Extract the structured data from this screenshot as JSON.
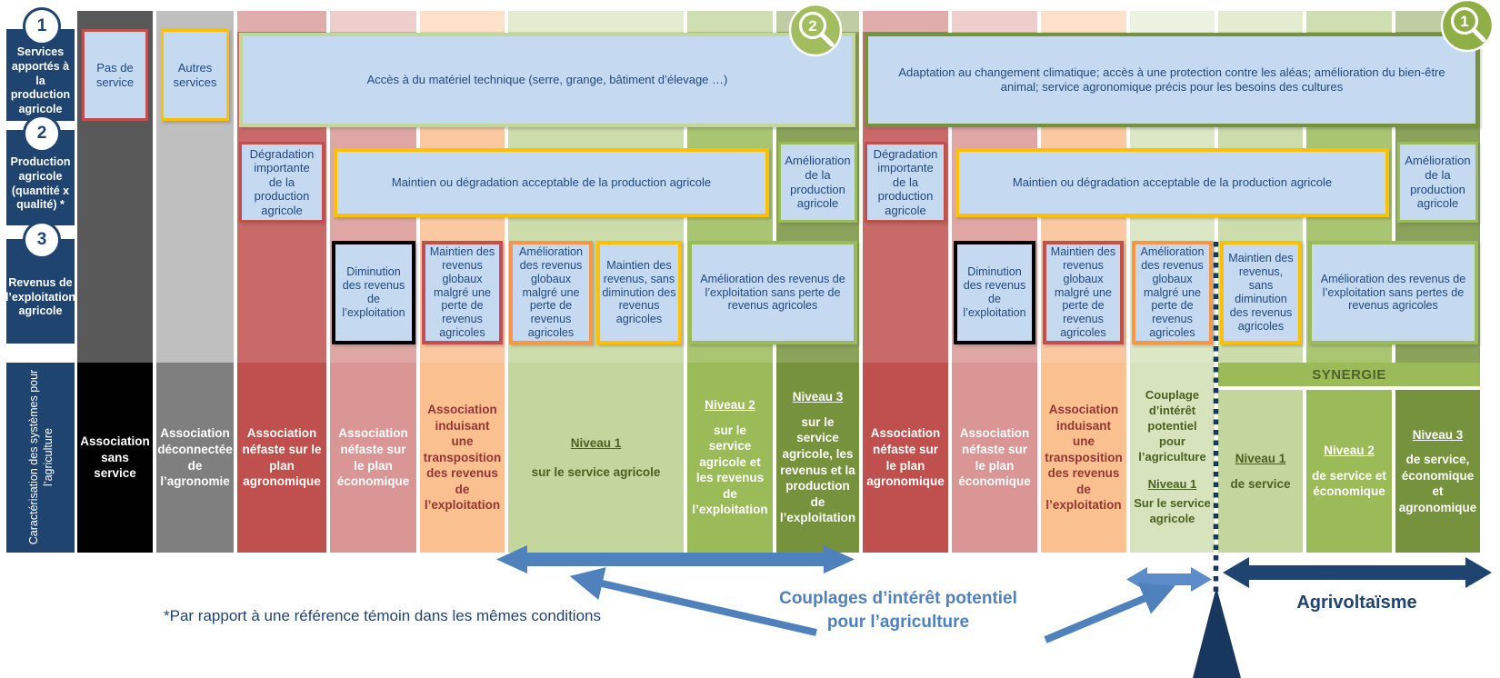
{
  "headers": {
    "h1": {
      "num": "1",
      "label": "Services apportés à la production agricole"
    },
    "h2": {
      "num": "2",
      "label": "Production agricole (quantité x qualité) *"
    },
    "h3": {
      "num": "3",
      "label": "Revenus de l’exploitation agricole"
    },
    "h4": {
      "label": "Caractérisation des systèmes pour l’agriculture"
    }
  },
  "row1": {
    "pas_de_service": "Pas de service",
    "autres_services": "Autres services",
    "acces_materiel": "Accès à du matériel technique (serre, grange, bâtiment d’élevage …)",
    "adaptation": "Adaptation au changement climatique; accès à une protection contre les aléas; amélioration du bien-être animal; service agronomique précis pour les besoins des cultures"
  },
  "row2": {
    "degradation": "Dégradation importante de la production agricole",
    "maintien": "Maintien ou dégradation acceptable de la production agricole",
    "amelioration": "Amélioration de la production agricole"
  },
  "row3": {
    "diminution": "Diminution des revenus de l’exploitation",
    "maintien_globaux": "Maintien des revenus globaux malgré une perte de revenus agricoles",
    "amelioration_globaux": "Amélioration des revenus globaux malgré une perte de revenus agricoles",
    "maintien_sans": "Maintien des revenus, sans diminution des revenus agricoles",
    "amelioration_exploitation": "Amélioration des revenus de l’exploitation sans perte de revenus agricoles",
    "amelioration_exploitation_right": "Amélioration des revenus de l’exploitation sans pertes de revenus agricoles"
  },
  "row4": {
    "assoc_sans_service": "Association sans service",
    "assoc_deconnectee": "Association déconnectée de l’agronomie",
    "assoc_nefaste_agro": "Association néfaste sur le plan agronomique",
    "assoc_nefaste_eco": "Association néfaste sur le plan économique",
    "assoc_transposition": "Association induisant une transposition des revenus de l’exploitation",
    "niveau1_title": "Niveau 1",
    "niveau1_sub": "sur le service agricole",
    "niveau2_title": "Niveau 2",
    "niveau2_sub": "sur le service agricole et les revenus de l’exploitation",
    "niveau3_title": "Niveau 3",
    "niveau3_sub": "sur le service agricole, les revenus et la production de l’exploitation",
    "couplage_title": "Couplage d’intérêt potentiel pour l’agriculture",
    "couplage_niveau": "Niveau 1",
    "couplage_sub": "Sur le service agricole",
    "synergie": "SYNERGIE",
    "syn1_title": "Niveau 1",
    "syn1_sub": "de service",
    "syn2_title": "Niveau 2",
    "syn2_sub": "de service et économique",
    "syn3_title": "Niveau 3",
    "syn3_sub": "de service, économique et agronomique"
  },
  "annotations": {
    "couplages_label": "Couplages d’intérêt potentiel pour l’agriculture",
    "agrivoltaisme": "Agrivoltaïsme",
    "footnote": "*Par rapport à une référence témoin dans les mêmes conditions"
  },
  "magnifiers": {
    "left_num": "2",
    "right_num": "1"
  },
  "colors": {
    "navy": "#1F4470",
    "box_blue": "#C5D9F1",
    "text_blue": "#1F497D",
    "red": "#C0504D",
    "rose": "#D99694",
    "peach": "#FAC090",
    "peach_text": "#943634",
    "light_green": "#C3D69B",
    "pale_green": "#D6E3BC",
    "green": "#9BBB59",
    "olive": "#76923C",
    "dark_green_text": "#4F6228",
    "yellow": "#FFC000",
    "orange": "#F79646",
    "gray_dark": "#595959",
    "gray_mid": "#7F7F7F",
    "gray_light": "#BFBFBF",
    "arrow_blue": "#4F81BD"
  }
}
